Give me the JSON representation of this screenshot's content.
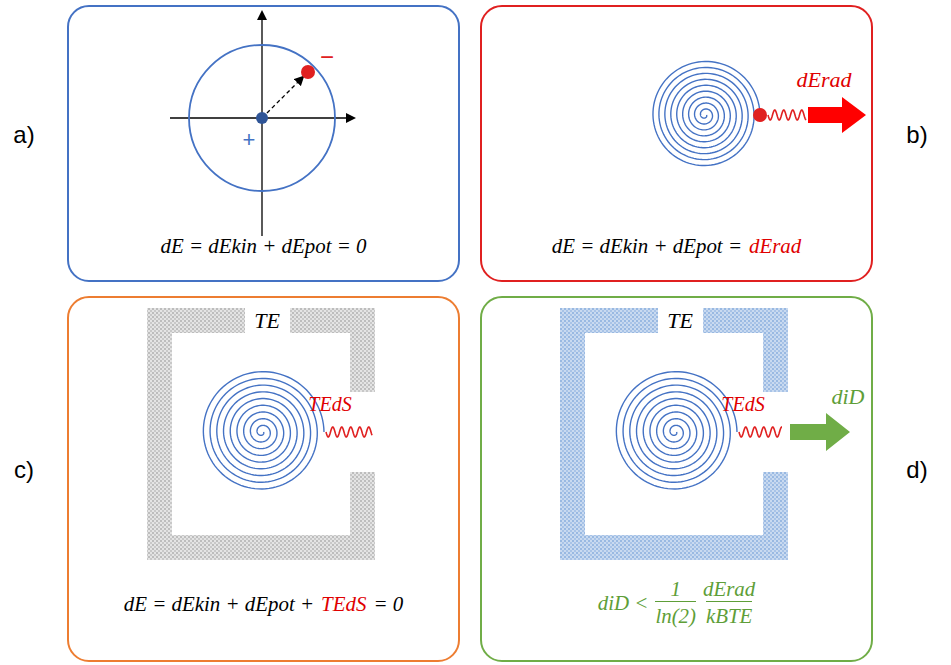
{
  "diagram": {
    "nodes": [
      {
        "text": [
          "dE = dEkin + dEpot = 0"
        ]
      },
      {
        "text": [
          "dE = dEkin + dEpot =",
          "dErad"
        ]
      },
      {
        "text": [
          "dE = dEkin + dEpot +",
          "TEdS",
          "= 0"
        ]
      },
      {
        "text": [
          "diD <",
          "1",
          "ln(2)",
          "dErad",
          "kBTE"
        ]
      }
    ],
    "labels": [
      "a)",
      "b)",
      "c)",
      "d)",
      "−",
      "+",
      "dErad",
      "TE",
      "TEdS",
      "TE",
      "TEdS",
      "diD"
    ]
  }
}
